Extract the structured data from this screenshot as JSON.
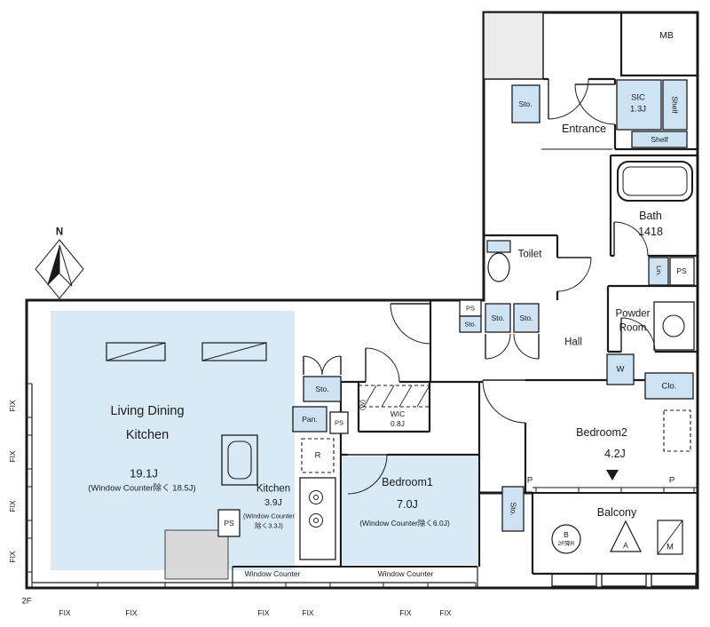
{
  "texts": {
    "ldk1": "Living Dining",
    "ldk2": "Kitchen",
    "ldk_size": "19.1J",
    "ldk_note": "(Window Counter除く 18.5J)",
    "kitchen": "Kitchen",
    "kitchen_size": "3.9J",
    "kitchen_note1": "(Window Counter",
    "kitchen_note2": "除く3.3J)",
    "bed1": "Bedroom1",
    "bed1_size": "7.0J",
    "bed1_note": "(Window Counter除く6.0J)",
    "bed2": "Bedroom2",
    "bed2_size": "4.2J",
    "wic": "WIC",
    "wic_size": "0.8J",
    "sic": "SIC",
    "sic_size": "1.3J",
    "entrance": "Entrance",
    "bath": "Bath",
    "bath_size": "1418",
    "toilet": "Toilet",
    "powder1": "Powder",
    "powder2": "Room",
    "hall": "Hall",
    "balcony": "Balcony",
    "mb": "MB",
    "shelf": "Shelf",
    "sto": "Sto.",
    "pan": "Pan.",
    "ps": "PS",
    "r": "R",
    "w": "W",
    "w_paren": "(W)",
    "lin": "Lin.",
    "clo": "Clo.",
    "p": "P",
    "a": "A",
    "m": "M",
    "b": "B",
    "b_sub": "2F降R",
    "fix": "FIX",
    "floor": "2F",
    "window_counter": "Window Counter",
    "north": "N"
  },
  "colors": {
    "wall": "#1a1a1a",
    "room_fill": "#d9eaf7",
    "box_fill": "#cde3f3",
    "void_gray": "#ececec",
    "pillar_gray": "#d9d9d9",
    "background": "#ffffff"
  }
}
